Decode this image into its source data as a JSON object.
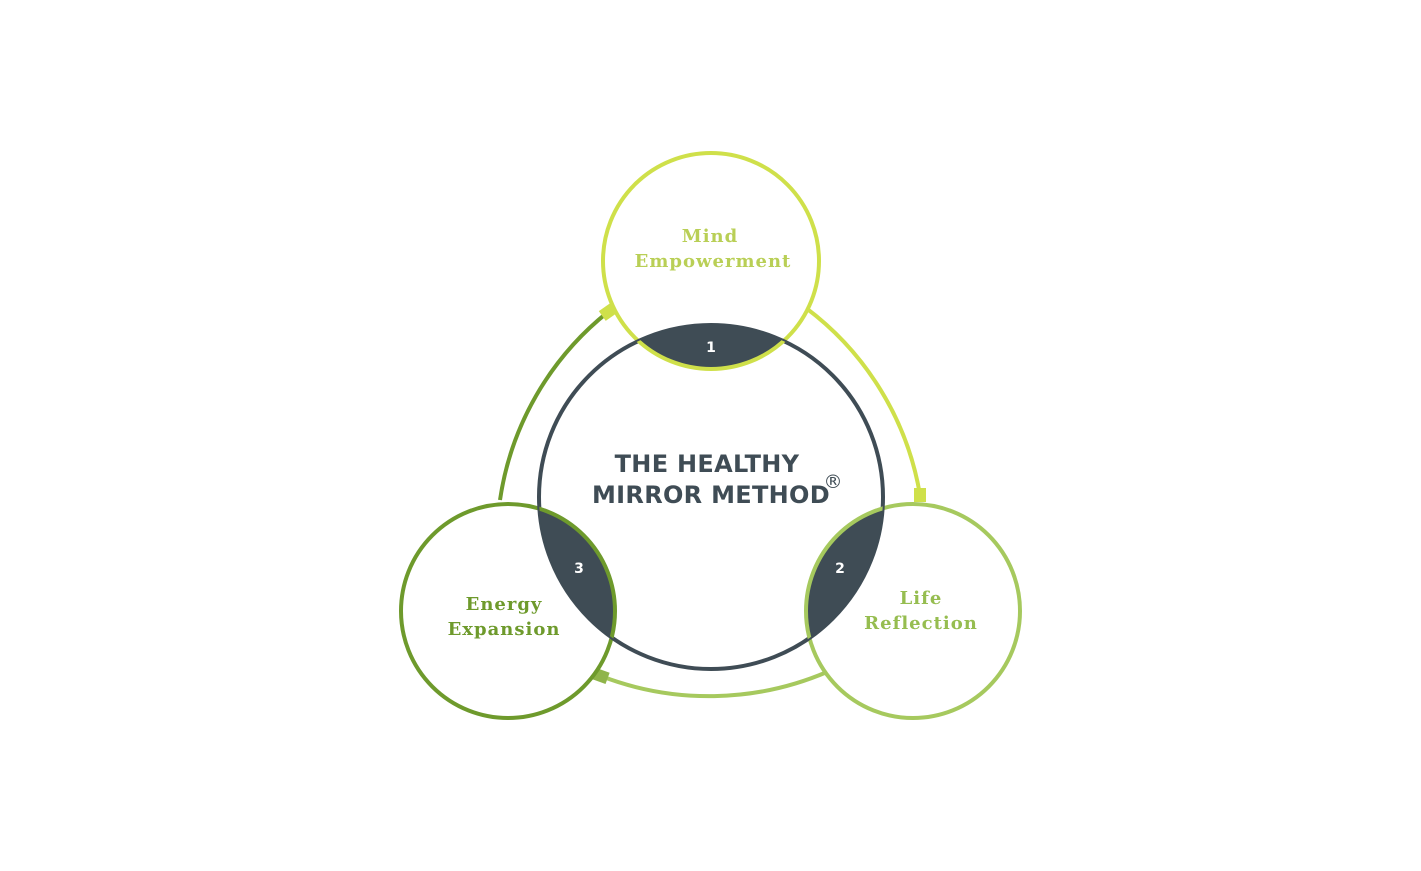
{
  "diagram": {
    "center_title_line1": "THE HEALTHY",
    "center_title_line2": "MIRROR METHOD",
    "registered_mark": "®",
    "steps": [
      {
        "number": "1",
        "label_line1": "Mind",
        "label_line2": "Empowerment",
        "color": "#cfe04a"
      },
      {
        "number": "2",
        "label_line1": "Life",
        "label_line2": "Reflection",
        "color": "#a6c95e"
      },
      {
        "number": "3",
        "label_line1": "Energy",
        "label_line2": "Expansion",
        "color": "#6e9a2c"
      }
    ],
    "colors": {
      "center_ring": "#3f4c55",
      "segment_fill": "#3f4c55",
      "background": "#ffffff"
    }
  }
}
